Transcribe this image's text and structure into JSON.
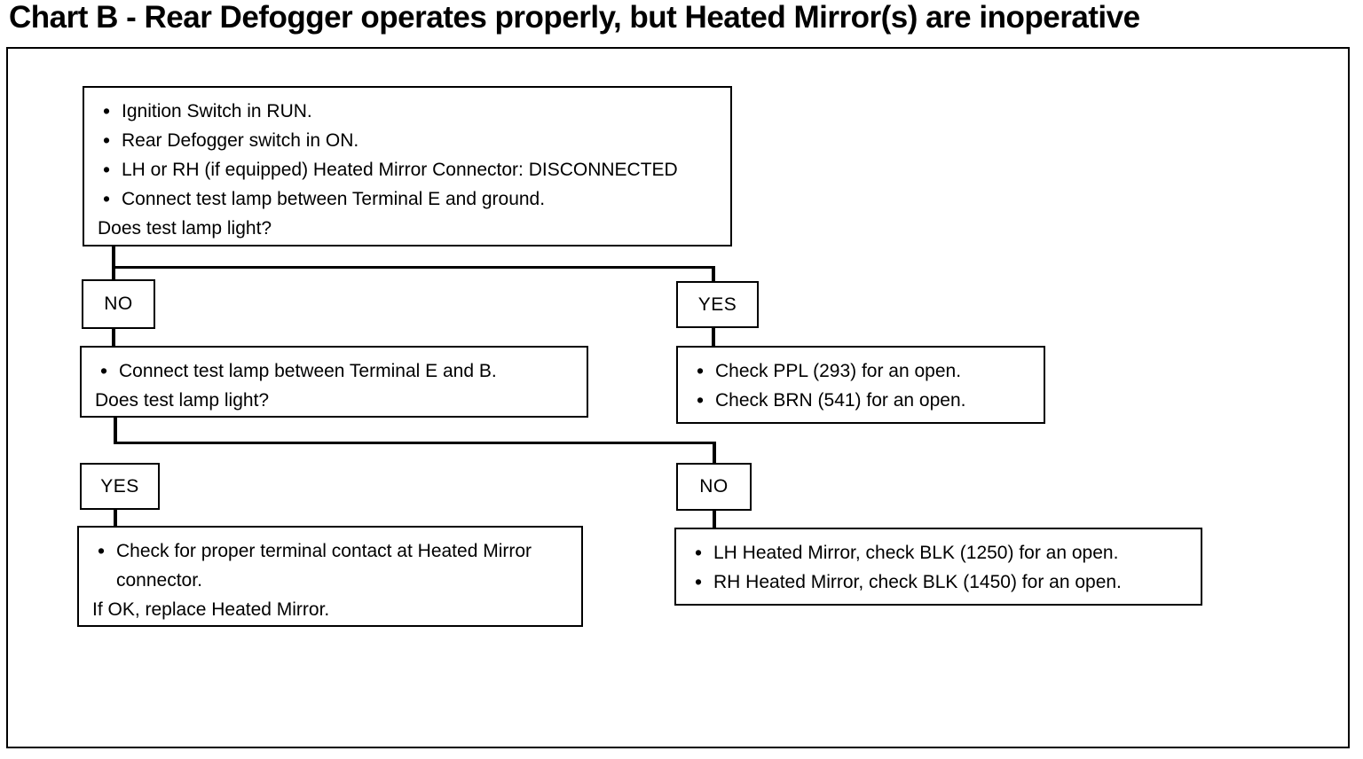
{
  "title": "Chart B - Rear Defogger operates properly, but Heated Mirror(s) are inoperative",
  "colors": {
    "ink": "#000000",
    "paper": "#ffffff"
  },
  "flow": {
    "root": {
      "bullets": [
        "Ignition Switch in RUN.",
        "Rear Defogger switch in ON.",
        "LH or RH (if equipped) Heated Mirror Connector: DISCONNECTED",
        "Connect test lamp between Terminal E and ground."
      ],
      "question": "Does test lamp light?"
    },
    "branch1": {
      "no": "NO",
      "yes": "YES"
    },
    "no_branch": {
      "bullets": [
        "Connect test lamp between Terminal E and B."
      ],
      "question": "Does test lamp light?"
    },
    "yes_branch": {
      "bullets": [
        "Check PPL (293) for an open.",
        "Check BRN (541) for an open."
      ]
    },
    "branch2": {
      "yes": "YES",
      "no": "NO"
    },
    "yes2_branch": {
      "bullets": [
        "Check for proper terminal contact at Heated Mirror connector."
      ],
      "footer": "If OK, replace Heated Mirror."
    },
    "no2_branch": {
      "bullets": [
        "LH Heated Mirror, check BLK (1250) for an open.",
        "RH Heated Mirror, check BLK (1450) for an open."
      ]
    }
  }
}
